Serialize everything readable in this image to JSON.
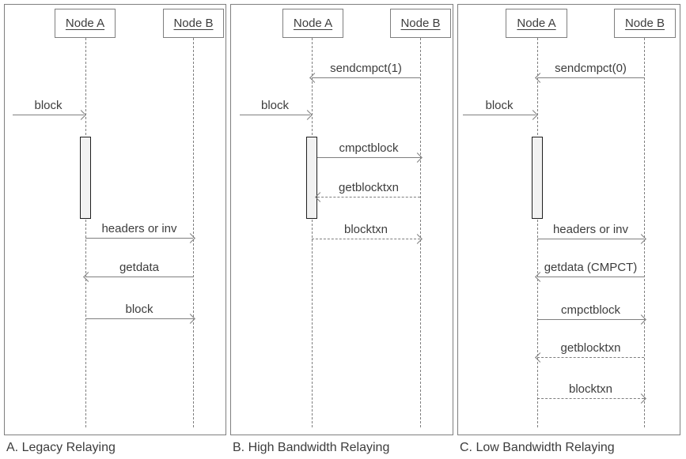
{
  "diagram": {
    "colors": {
      "line": "#7f7f7f",
      "text": "#3d3d3d",
      "activation_fill": "#f2f2f2",
      "activation_border": "#1f1f1f"
    },
    "panels": [
      {
        "caption": "A. Legacy Relaying",
        "nodes": {
          "a": "Node A",
          "b": "Node B"
        },
        "messages": [
          {
            "label": "block",
            "from": "external",
            "to": "Node A",
            "line": "solid",
            "direction": "right"
          },
          {
            "label": "headers or inv",
            "from": "Node A",
            "to": "Node B",
            "line": "solid",
            "direction": "right"
          },
          {
            "label": "getdata",
            "from": "Node B",
            "to": "Node A",
            "line": "solid",
            "direction": "left"
          },
          {
            "label": "block",
            "from": "Node A",
            "to": "Node B",
            "line": "solid",
            "direction": "right"
          }
        ]
      },
      {
        "caption": "B. High Bandwidth Relaying",
        "nodes": {
          "a": "Node A",
          "b": "Node B"
        },
        "messages": [
          {
            "label": "sendcmpct(1)",
            "from": "Node B",
            "to": "Node A",
            "line": "solid",
            "direction": "left"
          },
          {
            "label": "block",
            "from": "external",
            "to": "Node A",
            "line": "solid",
            "direction": "right"
          },
          {
            "label": "cmpctblock",
            "from": "Node A",
            "to": "Node B",
            "line": "solid",
            "direction": "right"
          },
          {
            "label": "getblocktxn",
            "from": "Node B",
            "to": "Node A",
            "line": "dashed",
            "direction": "left"
          },
          {
            "label": "blocktxn",
            "from": "Node A",
            "to": "Node B",
            "line": "dashed",
            "direction": "right"
          }
        ]
      },
      {
        "caption": "C. Low Bandwidth Relaying",
        "nodes": {
          "a": "Node A",
          "b": "Node B"
        },
        "messages": [
          {
            "label": "sendcmpct(0)",
            "from": "Node B",
            "to": "Node A",
            "line": "solid",
            "direction": "left"
          },
          {
            "label": "block",
            "from": "external",
            "to": "Node A",
            "line": "solid",
            "direction": "right"
          },
          {
            "label": "headers or inv",
            "from": "Node A",
            "to": "Node B",
            "line": "solid",
            "direction": "right"
          },
          {
            "label": "getdata (CMPCT)",
            "from": "Node B",
            "to": "Node A",
            "line": "solid",
            "direction": "left"
          },
          {
            "label": "cmpctblock",
            "from": "Node A",
            "to": "Node B",
            "line": "solid",
            "direction": "right"
          },
          {
            "label": "getblocktxn",
            "from": "Node B",
            "to": "Node A",
            "line": "dashed",
            "direction": "left"
          },
          {
            "label": "blocktxn",
            "from": "Node A",
            "to": "Node B",
            "line": "dashed",
            "direction": "right"
          }
        ]
      }
    ]
  }
}
